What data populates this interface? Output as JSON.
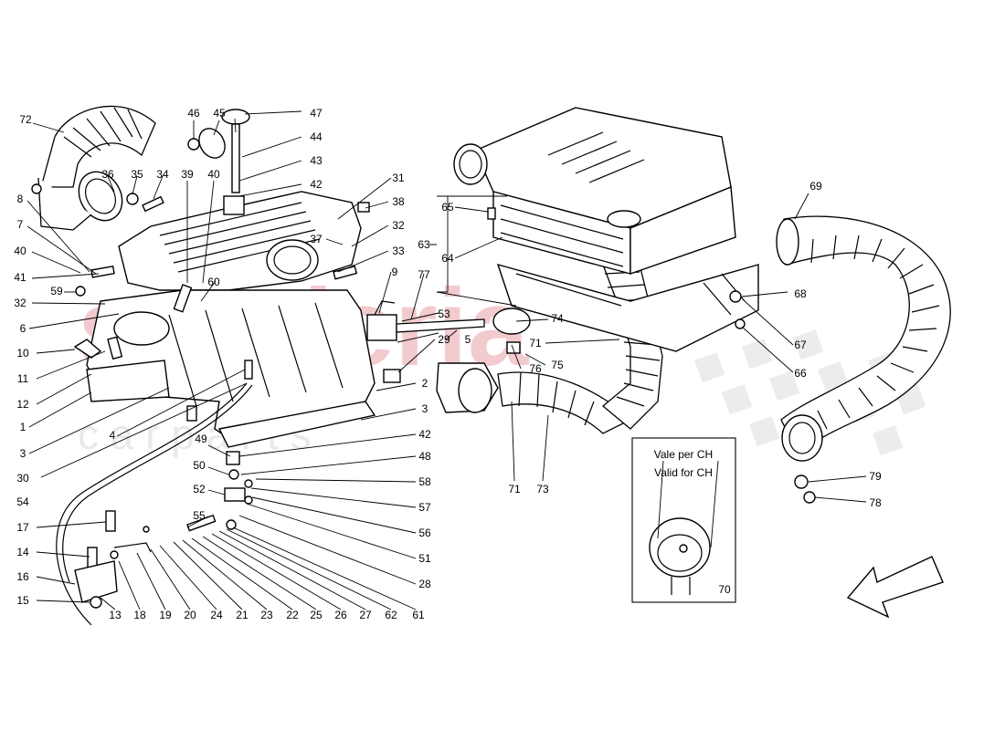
{
  "watermark": {
    "brand": "scuderia",
    "sub": "c a r p a r t s",
    "accent_color": "#e8a0a8"
  },
  "inset": {
    "line1": "Vale per CH",
    "line2": "Valid for CH",
    "callout": "70"
  },
  "labels": {
    "n1": "1",
    "n2": "2",
    "n3": "3",
    "n3b": "3",
    "n4": "4",
    "n5": "5",
    "n6": "6",
    "n7": "7",
    "n8": "8",
    "n9": "9",
    "n10": "10",
    "n11": "11",
    "n12": "12",
    "n13": "13",
    "n14": "14",
    "n15": "15",
    "n16": "16",
    "n17": "17",
    "n18": "18",
    "n19": "19",
    "n20": "20",
    "n21": "21",
    "n22": "22",
    "n23": "23",
    "n24": "24",
    "n25": "25",
    "n26": "26",
    "n27": "27",
    "n28": "28",
    "n29": "29",
    "n30": "30",
    "n31": "31",
    "n32": "32",
    "n32b": "32",
    "n33": "33",
    "n34": "34",
    "n35": "35",
    "n36": "36",
    "n37": "37",
    "n38": "38",
    "n39": "39",
    "n40": "40",
    "n40b": "40",
    "n41": "41",
    "n42": "42",
    "n42b": "42",
    "n43": "43",
    "n44": "44",
    "n45": "45",
    "n46": "46",
    "n47": "47",
    "n48": "48",
    "n49": "49",
    "n50": "50",
    "n51": "51",
    "n52": "52",
    "n53": "53",
    "n54": "54",
    "n55": "55",
    "n56": "56",
    "n57": "57",
    "n58": "58",
    "n59": "59",
    "n60": "60",
    "n61": "61",
    "n62": "62",
    "n63": "63",
    "n64": "64",
    "n65": "65",
    "n66": "66",
    "n67": "67",
    "n68": "68",
    "n69": "69",
    "n71": "71",
    "n71b": "71",
    "n72": "72",
    "n73": "73",
    "n74": "74",
    "n75": "75",
    "n76": "76",
    "n77": "77",
    "n78": "78",
    "n79": "79"
  }
}
